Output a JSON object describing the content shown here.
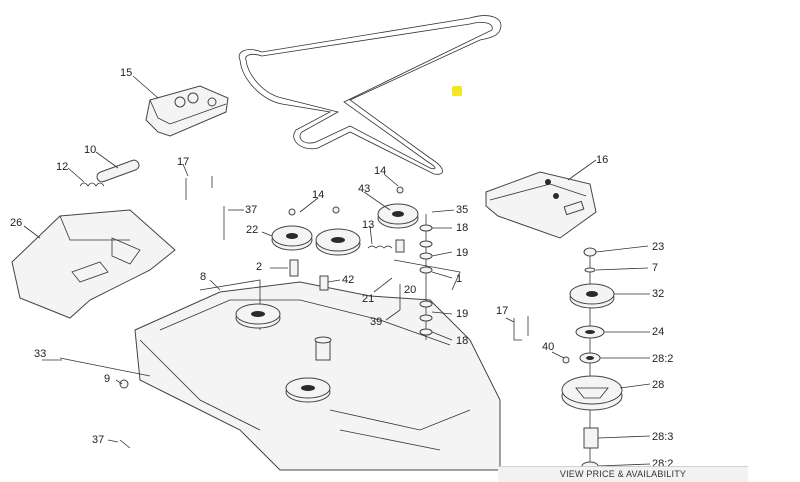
{
  "callouts": [
    {
      "id": "c15",
      "text": "15"
    },
    {
      "id": "c10",
      "text": "10"
    },
    {
      "id": "c12",
      "text": "12"
    },
    {
      "id": "c17a",
      "text": "17"
    },
    {
      "id": "c26",
      "text": "26"
    },
    {
      "id": "c37a",
      "text": "37"
    },
    {
      "id": "c14a",
      "text": "14"
    },
    {
      "id": "c22",
      "text": "22"
    },
    {
      "id": "c43",
      "text": "43"
    },
    {
      "id": "c14b",
      "text": "14"
    },
    {
      "id": "c35",
      "text": "35"
    },
    {
      "id": "c16",
      "text": "16"
    },
    {
      "id": "c13",
      "text": "13"
    },
    {
      "id": "c18a",
      "text": "18"
    },
    {
      "id": "c19a",
      "text": "19"
    },
    {
      "id": "c2",
      "text": "2"
    },
    {
      "id": "c42",
      "text": "42"
    },
    {
      "id": "c20",
      "text": "20"
    },
    {
      "id": "c1",
      "text": "1"
    },
    {
      "id": "c23",
      "text": "23"
    },
    {
      "id": "c7",
      "text": "7"
    },
    {
      "id": "c8",
      "text": "8"
    },
    {
      "id": "c21",
      "text": "21"
    },
    {
      "id": "c32",
      "text": "32"
    },
    {
      "id": "c39",
      "text": "39"
    },
    {
      "id": "c19b",
      "text": "19"
    },
    {
      "id": "c17b",
      "text": "17"
    },
    {
      "id": "c18b",
      "text": "18"
    },
    {
      "id": "c24",
      "text": "24"
    },
    {
      "id": "c33",
      "text": "33"
    },
    {
      "id": "c40",
      "text": "40"
    },
    {
      "id": "c282a",
      "text": "28:2"
    },
    {
      "id": "c9",
      "text": "9"
    },
    {
      "id": "c28",
      "text": "28"
    },
    {
      "id": "c37b",
      "text": "37"
    },
    {
      "id": "c283",
      "text": "28:3"
    },
    {
      "id": "c282b",
      "text": "28:2"
    }
  ],
  "highlight_color": "#f5e620",
  "button": {
    "label": "VIEW PRICE & AVAILABILITY"
  }
}
